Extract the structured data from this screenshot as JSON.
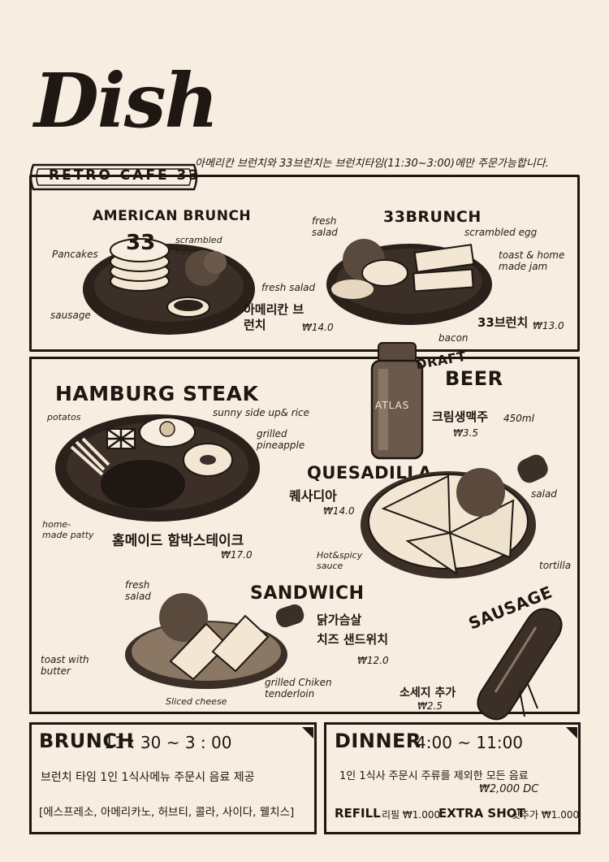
{
  "header": {
    "logo_text": "Dish",
    "ribbon_text": "RETRO CAFE 33",
    "notice": "아메리칸 브런치와 33브런치는 브런치타임(11:30~3:00)에만 주문가능합니다."
  },
  "brunch_section": {
    "american": {
      "title": "AMERICAN BRUNCH",
      "notes": [
        "Pancakes",
        "scrambled egg",
        "fresh salad",
        "sausage"
      ],
      "badge": "33",
      "name_ko": "아메리칸 브런치",
      "price": "₩14.0"
    },
    "brunch33": {
      "title": "33BRUNCH",
      "notes": [
        "fresh salad",
        "scrambled egg",
        "toast & home made jam",
        "bacon"
      ],
      "name_ko": "33브런치",
      "price": "₩13.0"
    }
  },
  "main_section": {
    "hamburg": {
      "title": "HAMBURG STEAK",
      "notes": [
        "potatos",
        "sunny side up& rice",
        "grilled pineapple",
        "home-made patty"
      ],
      "name_ko": "홈메이드 함박스테이크",
      "price": "₩17.0"
    },
    "beer": {
      "title_line1": "DRAFT",
      "title_line2": "BEER",
      "jar_text": "ATLAS",
      "name_ko": "크림생맥주",
      "volume": "450ml",
      "price": "₩3.5"
    },
    "quesadilla": {
      "title": "QUESADILLA",
      "name_ko": "퀘사디아",
      "price": "₩14.0",
      "notes": [
        "salad",
        "Hot&spicy sauce",
        "tortilla"
      ]
    },
    "sandwich": {
      "title": "SANDWICH",
      "name_ko_line1": "닭가슴살",
      "name_ko_line2": "치즈 샌드위치",
      "price": "₩12.0",
      "notes": [
        "fresh salad",
        "toast with butter",
        "Sliced cheese",
        "grilled Chiken tenderloin"
      ]
    },
    "sausage": {
      "title": "SAUSAGE",
      "name_ko": "소세지 추가",
      "price": "₩2.5"
    }
  },
  "footer": {
    "brunch": {
      "label": "BRUNCH",
      "hours": "11 : 30 ~ 3 : 00",
      "line1": "브런치 타임 1인 1식사메뉴 주문시 음료 제공",
      "line2": "[에스프레소, 아메리카노, 허브티, 콜라, 사이다, 웰치스]"
    },
    "dinner": {
      "label": "DINNER",
      "hours": "4:00 ~ 11:00",
      "line1": "1인 1식사 주문시 주류를 제외한 모든 음료",
      "discount": "₩2,000 DC",
      "refill_label": "REFILL",
      "refill_text": "리필 ₩1.000",
      "extra_label": "EXTRA SHOT",
      "extra_text": "샷추가 ₩1.000"
    }
  }
}
